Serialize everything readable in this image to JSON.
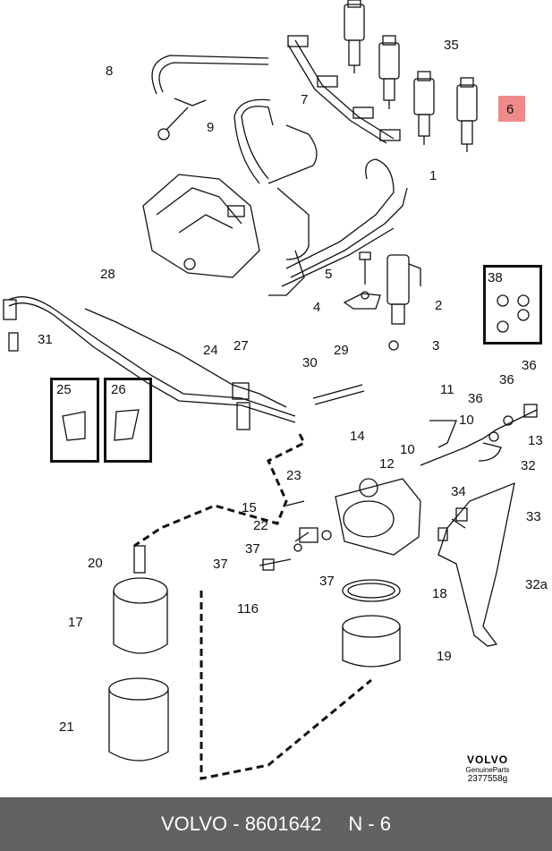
{
  "diagram": {
    "labels": {
      "l1": "1",
      "l2": "2",
      "l3": "3",
      "l4": "4",
      "l5": "5",
      "l6": "6",
      "l7": "7",
      "l8": "8",
      "l9": "9",
      "l10a": "10",
      "l10b": "10",
      "l11": "11",
      "l12": "12",
      "l13": "13",
      "l14": "14",
      "l15": "15",
      "l116": "116",
      "l17": "17",
      "l18": "18",
      "l19": "19",
      "l20": "20",
      "l21": "21",
      "l22": "22",
      "l23": "23",
      "l24": "24",
      "l25": "25",
      "l26": "26",
      "l27": "27",
      "l28": "28",
      "l29": "29",
      "l30": "30",
      "l31": "31",
      "l32": "32",
      "l32a": "32a",
      "l33": "33",
      "l34": "34",
      "l35": "35",
      "l36a": "36",
      "l36b": "36",
      "l36c": "36",
      "l37a": "37",
      "l37b": "37",
      "l37c": "37",
      "l38": "38"
    },
    "highlight_color": "#f08a8a",
    "brand": {
      "logo": "VOLVO",
      "subtitle": "GenuineParts",
      "code": "2377558g"
    }
  },
  "footer": {
    "brand": "VOLVO - 8601642",
    "ref": "N - 6",
    "background": "#626262"
  }
}
